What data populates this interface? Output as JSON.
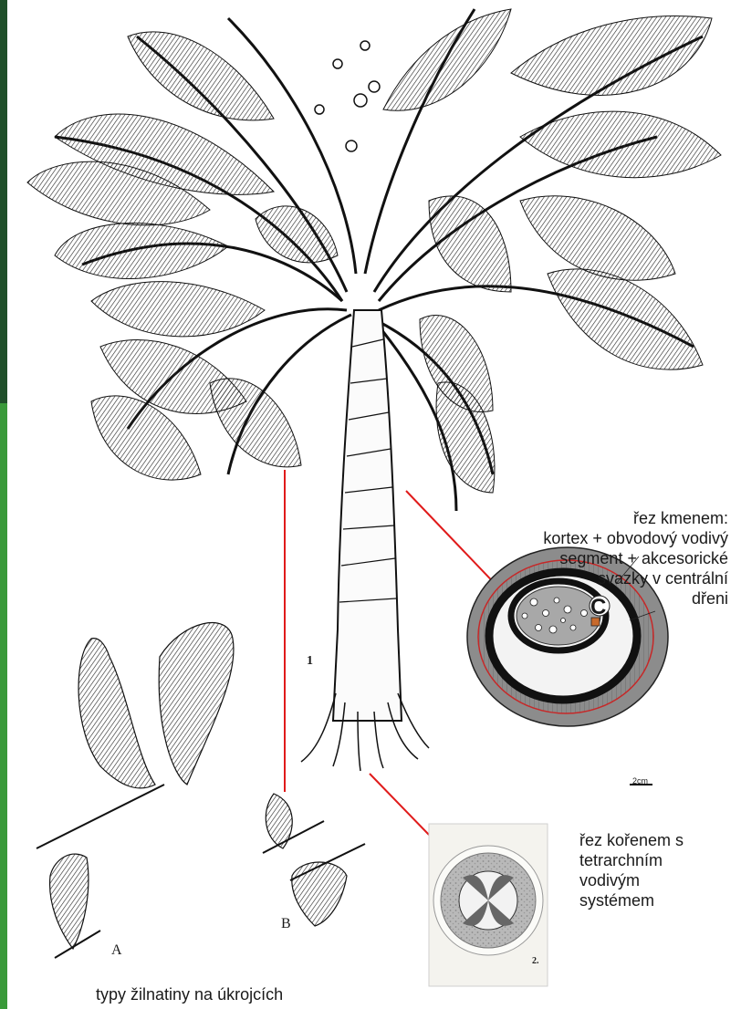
{
  "stem_caption": {
    "lines": [
      "řez kmenem:",
      "kortex + obvodový vodivý",
      "segment + akcesorické",
      "svazky v centrální",
      "dřeni"
    ]
  },
  "root_caption": {
    "lines": [
      "řez kořenem s",
      "tetrarchním",
      "vodivým",
      "systémem"
    ]
  },
  "leaf_caption": "typy žilnatiny na úkrojcích",
  "figure_labels": {
    "tree": "1",
    "root": "2.",
    "venation_a": "A",
    "venation_b": "B",
    "stem_center": "C",
    "scale_bar": "2cm"
  },
  "colors": {
    "leader_line": "#e01b1b",
    "side_bar_top": "#1f4f2a",
    "side_bar_bottom": "#3a9a3a",
    "section_fill": "#8c8c8c"
  },
  "icons": [
    "tree-fern-illustration",
    "stem-section-drawing",
    "root-section-image",
    "venation-drawings"
  ]
}
